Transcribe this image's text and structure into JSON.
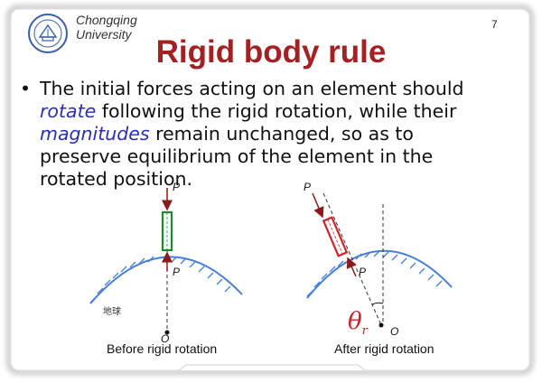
{
  "header": {
    "university_line1": "Chongqing",
    "university_line2": "University",
    "page_number": "7"
  },
  "title": "Rigid body rule",
  "bullet": {
    "part1": "The initial forces acting on an element should",
    "highlight1": "rotate",
    "part2": " following the rigid rotation, while their",
    "highlight2": "magnitudes",
    "part3": " remain unchanged, so as to preserve equilibrium of the element in the rotated position."
  },
  "figure_left": {
    "force_top_label": "P",
    "force_bottom_label": "P",
    "earth_label": "地球",
    "origin_label": "O",
    "caption": "Before rigid rotation"
  },
  "figure_right": {
    "force_top_label": "P",
    "force_bottom_label": "P",
    "angle_symbol": "θ",
    "angle_subscript": "r",
    "origin_label": "O",
    "caption": "After rigid rotation"
  },
  "colors": {
    "title": "#a42022",
    "highlight": "#2b2fb3",
    "element_before": "#1f8a2c",
    "element_after": "#d2232a",
    "surface_hatch": "#4a7fd6",
    "force_arrow": "#8b1a1a"
  }
}
